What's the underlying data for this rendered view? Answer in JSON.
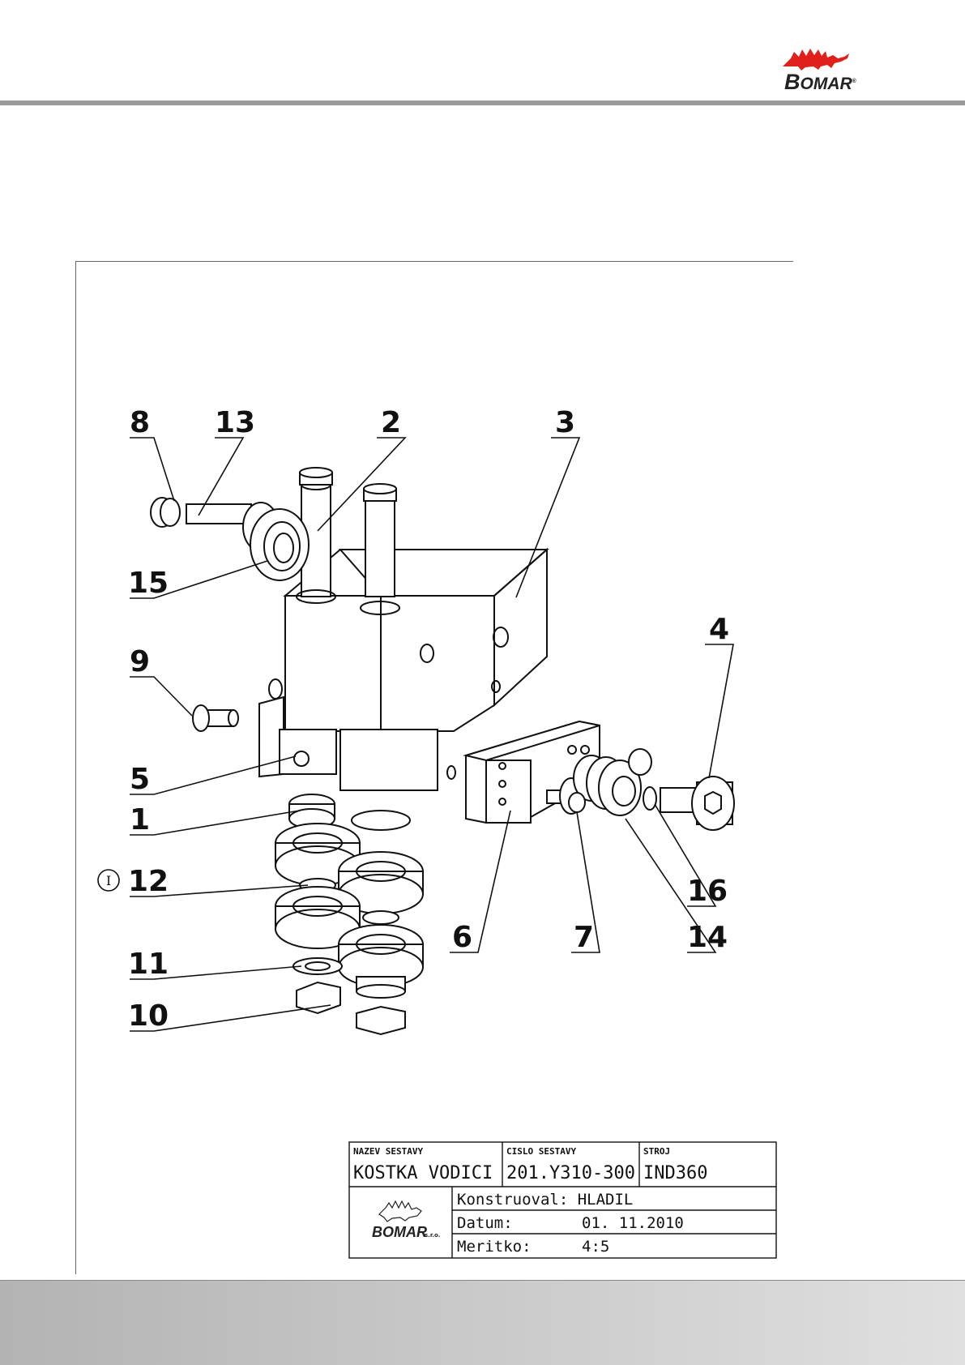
{
  "header": {
    "brand": "BOMAR",
    "brand_first": "B",
    "brand_rest": "OMAR",
    "registered": "®",
    "brand_color": "#e0201b"
  },
  "drawing": {
    "callouts": [
      "8",
      "13",
      "2",
      "3",
      "15",
      "9",
      "4",
      "5",
      "1",
      "12",
      "11",
      "10",
      "6",
      "7",
      "16",
      "14"
    ],
    "revision_mark": "I"
  },
  "title_block": {
    "assembly_name_label": "NAZEV SESTAVY",
    "assembly_name": "KOSTKA VODICI",
    "assembly_no_label": "CISLO SESTAVY",
    "assembly_no": "201.Y310-300",
    "machine_label": "STROJ",
    "machine": "IND360",
    "designer": "Konstruoval: HLADIL",
    "date_label": "Datum:",
    "date": "01. 11.2010",
    "scale_label": "Meritko:",
    "scale": "4:5",
    "logo_text": "BOMAR",
    "logo_suffix": "s.r.o."
  }
}
